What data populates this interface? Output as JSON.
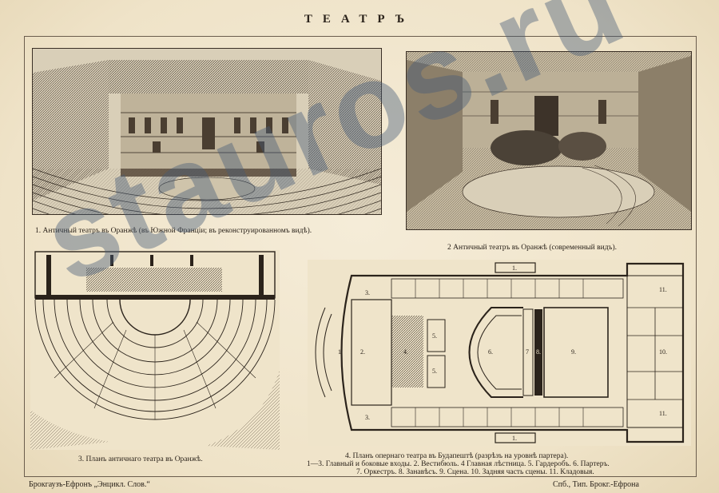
{
  "page": {
    "title": "ТЕАТРЪ",
    "watermark": "stauros.ru"
  },
  "figures": [
    {
      "id": "fig1",
      "caption": "1. Античный театръ въ Оранжѣ (въ Южной Франціи; въ реконструированномъ видѣ)."
    },
    {
      "id": "fig2",
      "caption": "2  Античный театръ въ Оранжѣ (современный видъ)."
    },
    {
      "id": "fig3",
      "caption": "3. Планъ античнаго театра въ Оранжѣ."
    },
    {
      "id": "fig4",
      "caption": "4. Планъ опернаго театра въ Будапештѣ (разрѣзъ на уровнѣ партера)."
    }
  ],
  "legend": {
    "line1": "1—3. Главный и боковые входы. 2. Вестибюль. 4 Главная лѣстница. 5. Гардеробъ. 6. Партеръ.",
    "line2": "7. Оркестръ. 8. Занавѣсъ. 9. Сцена. 10. Задняя часть сцены. 11. Кладовыя."
  },
  "plan_labels": {
    "n1a": "1.",
    "n1b": "1.",
    "n1c": "1.",
    "n2": "2.",
    "n3a": "3.",
    "n3b": "3.",
    "n4": "4.",
    "n5a": "5.",
    "n5b": "5.",
    "n6": "6.",
    "n7": "7",
    "n8": "8.",
    "n9": "9.",
    "n10": "10.",
    "n11a": "11.",
    "n11b": "11."
  },
  "footer": {
    "left": "Брокгаузъ-Ефронъ  „Энцикл. Слов.“",
    "right": "Спб., Тип. Брокг.-Ефрона"
  },
  "colors": {
    "paper": "#f1e7d1",
    "ink": "#2b231b",
    "watermark": "#465a78"
  }
}
